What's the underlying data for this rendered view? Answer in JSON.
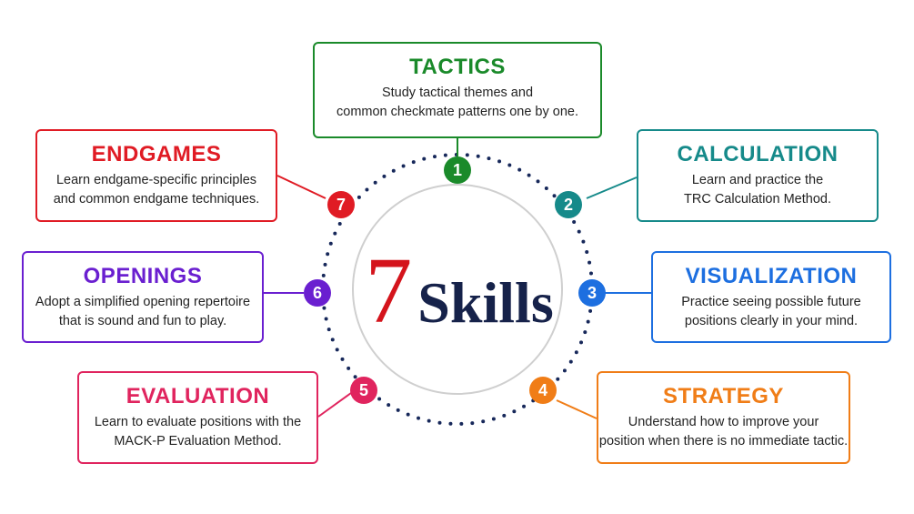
{
  "center": {
    "number": "7",
    "word": "Skills"
  },
  "skills": [
    {
      "num": "1",
      "title": "TACTICS",
      "line1": "Study tactical themes and",
      "line2": "common checkmate patterns one by one.",
      "color": "#1a8a2a"
    },
    {
      "num": "2",
      "title": "CALCULATION",
      "line1": "Learn and practice the",
      "line2": "TRC Calculation Method.",
      "color": "#168a8a"
    },
    {
      "num": "3",
      "title": "VISUALIZATION",
      "line1": "Practice seeing possible future",
      "line2": "positions clearly in your mind.",
      "color": "#1d6fe0"
    },
    {
      "num": "4",
      "title": "STRATEGY",
      "line1": "Understand how to improve your",
      "line2": "position when there is no immediate tactic.",
      "color": "#f07d17"
    },
    {
      "num": "5",
      "title": "EVALUATION",
      "line1": "Learn to evaluate positions with the",
      "line2": "MACK-P Evaluation Method.",
      "color": "#e0245e"
    },
    {
      "num": "6",
      "title": "OPENINGS",
      "line1": "Adopt a simplified opening repertoire",
      "line2": "that is sound and fun to play.",
      "color": "#6a1fd0"
    },
    {
      "num": "7",
      "title": "ENDGAMES",
      "line1": "Learn endgame-specific principles",
      "line2": "and common endgame techniques.",
      "color": "#e01b24"
    }
  ],
  "colors": {
    "ring_dots": "#17285a",
    "inner_circle": "#cfcfcf"
  }
}
